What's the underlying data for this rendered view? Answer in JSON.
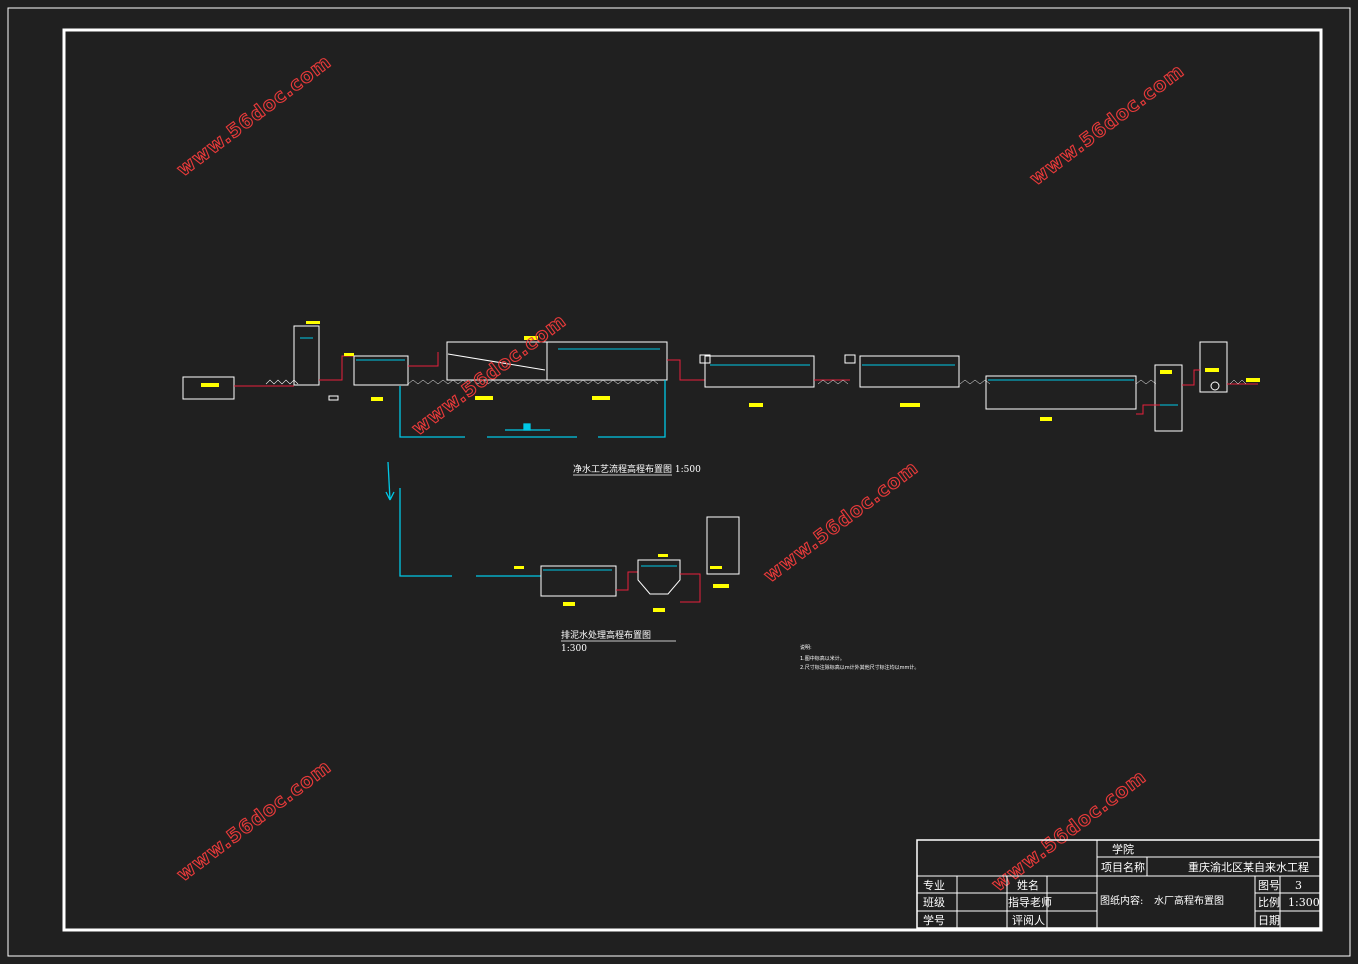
{
  "drawing": {
    "main_caption": "净水工艺流程高程布置图 1:500",
    "sludge_caption": "排泥水处理高程布置图",
    "sludge_scale": "1:300",
    "notes_title": "说明:",
    "notes": [
      "1.图中标高以米计。",
      "2.尺寸标注除标高以m计外其他尺寸标注均以mm计。"
    ]
  },
  "watermark": {
    "text": "www.56doc.com"
  },
  "title_block": {
    "school_label": "学院",
    "project_name_label": "项目名称",
    "project_name": "重庆渝北区某自来水工程",
    "major_label": "专业",
    "name_label": "姓名",
    "class_label": "班级",
    "advisor_label": "指导老师",
    "student_id_label": "学号",
    "reviewer_label": "评阅人",
    "drawing_content_label": "图纸内容:",
    "drawing_content": "水厂高程布置图",
    "drawing_no_label": "图号",
    "drawing_no": "3",
    "scale_label": "比例",
    "scale": "1:300",
    "date_label": "日期"
  },
  "colors": {
    "background": "#202020",
    "frame": "#ffffff",
    "water_line": "#00c8e6",
    "pipe": "#e8203c",
    "label_fill": "#ffff00",
    "watermark": "#e83a3a"
  }
}
